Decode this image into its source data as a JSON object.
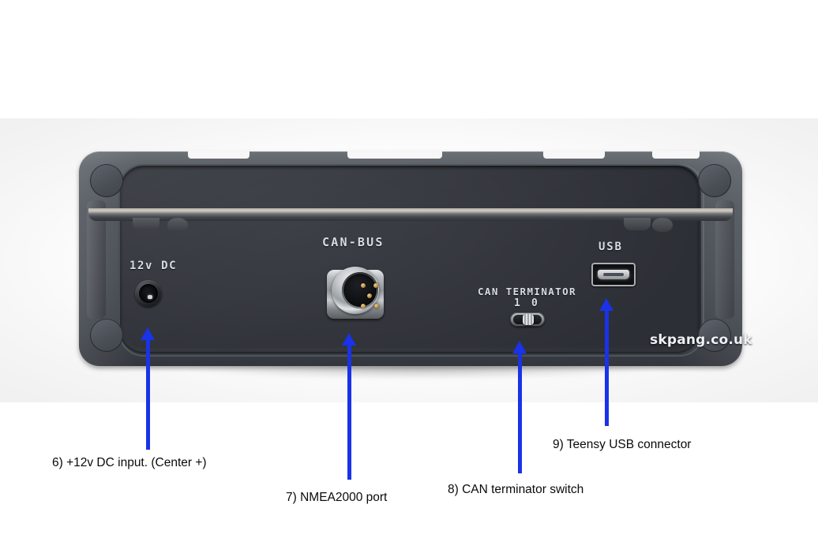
{
  "image": {
    "subject": "CAN-BUS / NMEA2000 interface enclosure rear panel",
    "background_color": "#ffffff",
    "annotation_color": "#1a32e8"
  },
  "device": {
    "brand_text": "skpang.co.uk",
    "body_color": "#4a4f55",
    "face_color": "#35383e",
    "silkscreen_color": "#d7dce3",
    "labels": {
      "dc_input": "12v DC",
      "can_bus": "CAN-BUS",
      "usb": "USB",
      "can_terminator": "CAN TERMINATOR",
      "terminator_on": "1",
      "terminator_off": "0"
    },
    "switch_position": "1"
  },
  "annotations": [
    {
      "id": "6",
      "label": "6) +12v DC input. (Center +)",
      "target": "dc-power-jack"
    },
    {
      "id": "7",
      "label": "7) NMEA2000 port",
      "target": "can-bus-m12-connector"
    },
    {
      "id": "8",
      "label": "8) CAN terminator switch",
      "target": "can-terminator-switch"
    },
    {
      "id": "9",
      "label": "9) Teensy USB connector",
      "target": "usb-micro-connector"
    }
  ]
}
